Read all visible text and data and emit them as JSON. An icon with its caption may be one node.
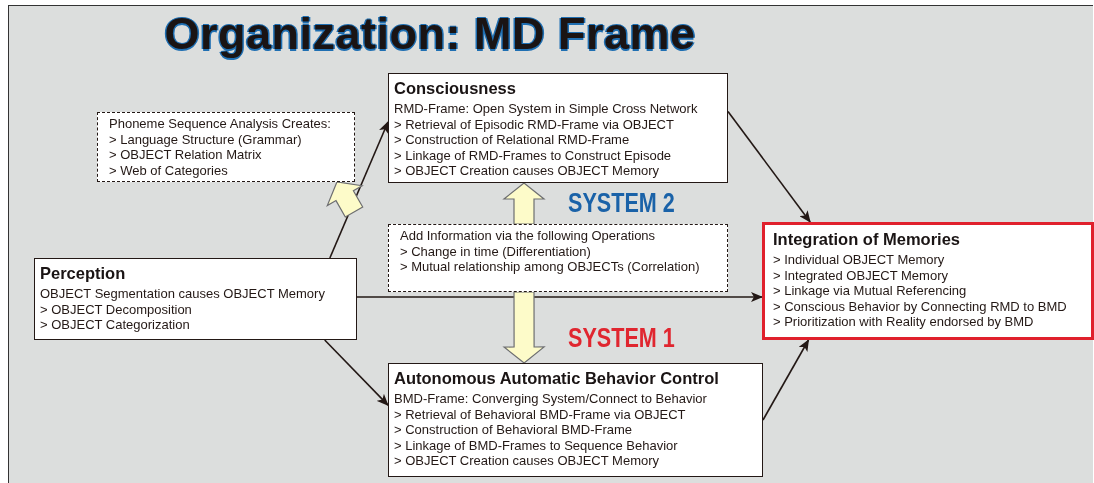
{
  "diagram": {
    "title": "Organization: MD Frame",
    "nodes": [
      {
        "text": [
          "Consciousness",
          "RMD-Frame: Open System in Simple Cross Network",
          "> Retrieval of Episodic RMD-Frame via OBJECT",
          "> Construction of Relational RMD-Frame",
          "> Linkage of RMD-Frames to Construct Episode",
          "> OBJECT Creation causes OBJECT Memory"
        ]
      },
      {
        "text": [
          "Phoneme Sequence Analysis Creates:",
          "> Language Structure (Grammar)",
          "> OBJECT Relation Matrix",
          "> Web of Categories"
        ]
      },
      {
        "text": [
          "Add Information via the following Operations",
          "> Change in time (Differentiation)",
          "> Mutual relationship among OBJECTs (Correlation)"
        ]
      },
      {
        "text": [
          "Perception",
          "OBJECT Segmentation causes OBJECT Memory",
          "> OBJECT Decomposition",
          "> OBJECT Categorization"
        ]
      },
      {
        "text": [
          "Integration of Memories",
          "> Individual OBJECT Memory",
          "> Integrated OBJECT Memory",
          "> Linkage via Mutual Referencing",
          "> Conscious Behavior by Connecting RMD to BMD",
          "> Prioritization with Reality endorsed by BMD"
        ]
      },
      {
        "text": [
          "Autonomous Automatic Behavior Control",
          "BMD-Frame: Converging System/Connect to Behavior",
          "> Retrieval of Behavioral BMD-Frame via OBJECT",
          "> Construction of Behavioral BMD-Frame",
          "> Linkage of BMD-Frames to Sequence Behavior",
          "> OBJECT Creation causes OBJECT Memory"
        ]
      }
    ],
    "edges": [
      {
        "from": 3,
        "to": 0,
        "arrow": "to"
      },
      {
        "from": 3,
        "to": 4,
        "arrow": "to"
      },
      {
        "from": 3,
        "to": 5,
        "arrow": "to"
      },
      {
        "from": 0,
        "to": 4,
        "arrow": "to"
      },
      {
        "from": 5,
        "to": 4,
        "arrow": "to"
      },
      {
        "from": 2,
        "to": 0,
        "arrow": "to",
        "style": "thick",
        "color": "#fdfbc9"
      },
      {
        "from": 2,
        "to": 5,
        "arrow": "to",
        "style": "thick",
        "color": "#fdfbc9"
      },
      {
        "from": null,
        "to": 1,
        "arrow": "to",
        "style": "thick",
        "color": "#fdfbc9"
      }
    ],
    "labels": [
      "SYSTEM 2",
      "SYSTEM 1"
    ]
  }
}
